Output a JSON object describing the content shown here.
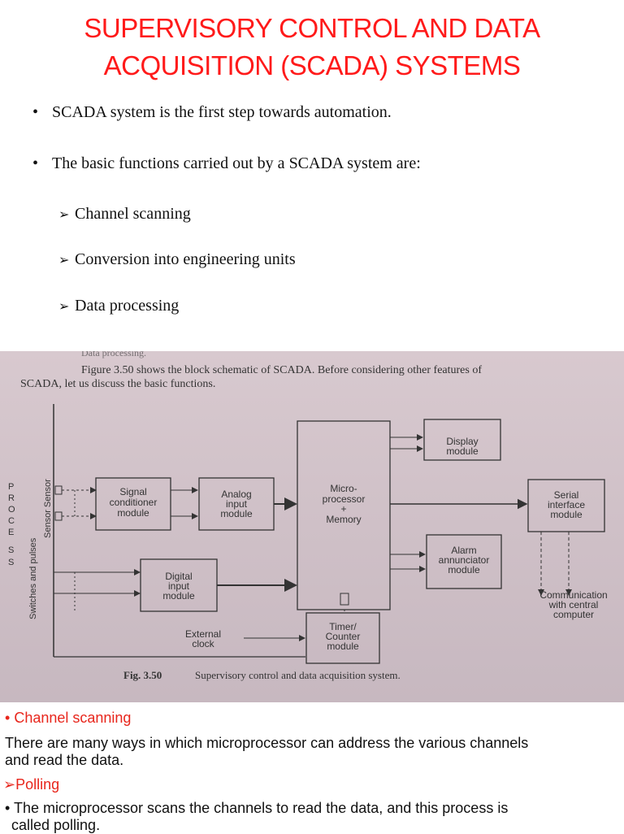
{
  "title": {
    "line1": "SUPERVISORY CONTROL AND DATA",
    "line2": "ACQUISITION (SCADA) SYSTEMS"
  },
  "bullets": [
    "SCADA system is the first step towards automation.",
    "The basic functions carried out by a SCADA system are:"
  ],
  "bullet_symbol": "•",
  "sub_symbol": "➢",
  "sub_bullets": [
    "Channel scanning",
    "Conversion into engineering units",
    "Data processing"
  ],
  "figure": {
    "top_cut": "Data processing.",
    "caption_line1": "Figure 3.50 shows the block schematic of SCADA. Before considering other features of",
    "caption_line2": "SCADA, let us discuss the basic functions.",
    "process_letters": [
      "P",
      "R",
      "O",
      "C",
      "E",
      "S",
      "S"
    ],
    "sensor_label": "Sensor Sensor",
    "switches_label": "Switches and pulses",
    "blocks": {
      "signal": [
        "Signal",
        "conditioner",
        "module"
      ],
      "analog": [
        "Analog",
        "input",
        "module"
      ],
      "micro": [
        "Micro-",
        "processor",
        "+",
        "Memory"
      ],
      "display": [
        "Display",
        "module"
      ],
      "serial": [
        "Serial",
        "interface",
        "module"
      ],
      "alarm": [
        "Alarm",
        "annunciator",
        "module"
      ],
      "digital": [
        "Digital",
        "input",
        "module"
      ],
      "timer": [
        "Timer/",
        "Counter",
        "module"
      ],
      "external": [
        "External",
        "clock"
      ],
      "communication": [
        "Communication",
        "with central",
        "computer"
      ]
    },
    "fig_label": "Fig. 3.50",
    "fig_title": "Supervisory control and data acquisition system."
  },
  "bottom": {
    "heading_bullet": "•",
    "heading": "Channel scanning",
    "para_line1": "There are many ways in which microprocessor can address the various channels",
    "para_line2": "and read the data.",
    "polling_arrow": "➢",
    "polling": "Polling",
    "polling_bullet": "•",
    "polling_line1": "The microprocessor scans the channels to read the data, and this process is",
    "polling_line2": "called polling."
  },
  "colors": {
    "title": "#ff1a1a",
    "red_heading": "#e8261c",
    "photo_bg": "#d2c3ca",
    "ink": "#2a2a2a"
  }
}
